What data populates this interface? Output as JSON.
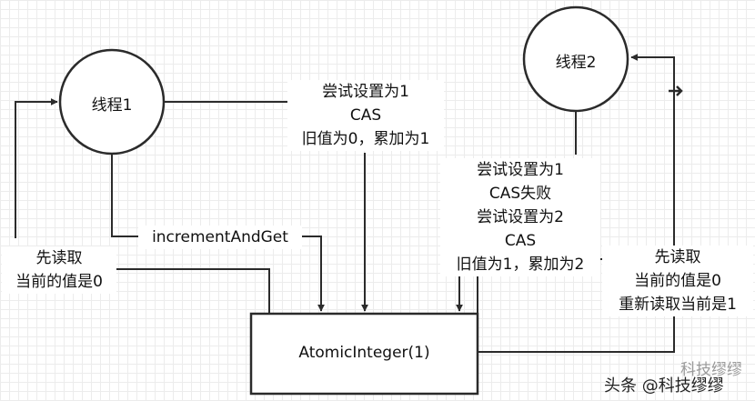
{
  "nodes": {
    "thread1": "线程1",
    "thread2": "线程2",
    "atomic": "AtomicInteger(1)"
  },
  "labels": {
    "cas1": [
      "尝试设置为1",
      "CAS",
      "旧值为0，累加为1"
    ],
    "cas2": [
      "尝试设置为1",
      "CAS失败",
      "尝试设置为2",
      "CAS",
      "旧值为1，累加为2"
    ],
    "increment": "incrementAndGet",
    "read1": [
      "先读取",
      "当前的值是0"
    ],
    "read2": [
      "先读取",
      "当前的值是0",
      "重新读取当前是1"
    ]
  },
  "watermark": {
    "faded": "科技缪缪",
    "prefix": "头条",
    "handle": "@科技缪缪"
  },
  "colors": {
    "stroke": "#2b2b2b",
    "text": "#111111"
  }
}
